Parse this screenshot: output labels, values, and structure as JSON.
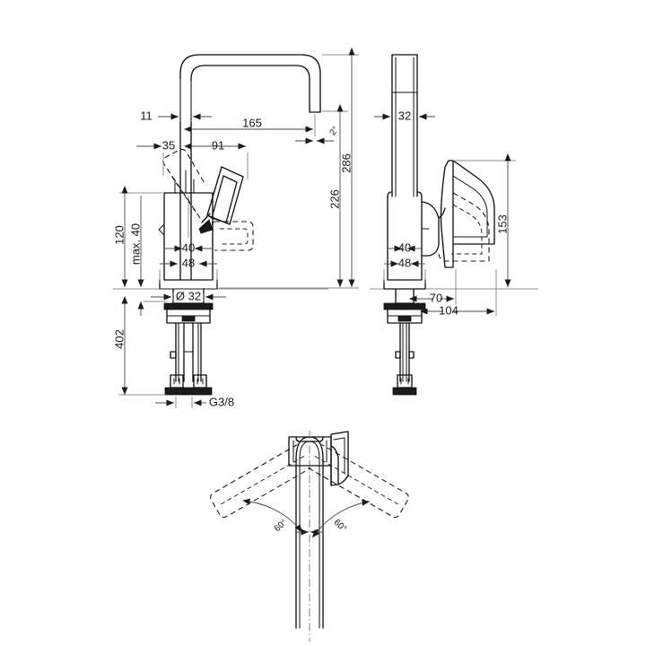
{
  "drawing": {
    "title": "Single lever basin mixer dimensional drawing",
    "background_color": "#ffffff",
    "line_color": "#111111",
    "dimension_color": "#4a4a4a",
    "units": "mm"
  },
  "views": {
    "front": {
      "name": "front-elevation",
      "dimensions": {
        "spout_wall_offset": "11",
        "spout_reach": "165",
        "lever_back_projection": "35",
        "lever_front_projection": "91",
        "outlet_angle": "2°",
        "body_width_upper": "40",
        "body_width_lower": "48",
        "shank_diameter": "Ø 32",
        "clearance_height": "120",
        "max_deck_thickness": "max. 40",
        "overall_with_shank": "402",
        "spout_height": "226",
        "overall_height": "286",
        "connection_thread": "G3/8"
      }
    },
    "side": {
      "name": "side-elevation",
      "dimensions": {
        "spout_depth": "32",
        "body_width_upper": "40",
        "body_width_lower": "48",
        "lever_height": "153",
        "lever_reach": "70",
        "overall_depth": "104"
      }
    },
    "top": {
      "name": "top-plan-swivel",
      "dimensions": {
        "swivel_left": "60°",
        "swivel_right": "60°"
      }
    }
  },
  "labels": {
    "d11": "11",
    "d165": "165",
    "d35": "35",
    "d91": "91",
    "d2deg": "2°",
    "d40": "40",
    "d48": "48",
    "d32dia": "Ø 32",
    "d120": "120",
    "dmax40": "max. 40",
    "d402": "402",
    "d226": "226",
    "d286": "286",
    "dg38": "G3/8",
    "s32": "32",
    "s40": "40",
    "s48": "48",
    "s153": "153",
    "s70": "70",
    "s104": "104",
    "t60a": "60°",
    "t60b": "60°"
  }
}
